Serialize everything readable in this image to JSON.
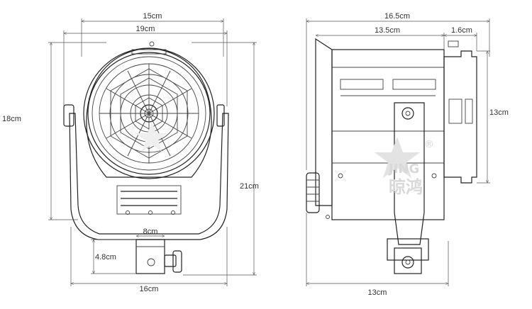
{
  "front_view": {
    "dims": {
      "top_width": "15cm",
      "outer_width": "19cm",
      "height_left": "18cm",
      "height_right": "21cm",
      "base_width": "8cm",
      "mount_height": "4.8cm",
      "bottom_width": "16cm"
    }
  },
  "side_view": {
    "dims": {
      "overall_length": "16.5cm",
      "body_length": "13.5cm",
      "flange_length": "1.6cm",
      "height": "13cm",
      "bottom_length": "13cm"
    }
  },
  "watermark": {
    "latin": "JING",
    "chinese": "晾鸿",
    "registered": "®"
  }
}
